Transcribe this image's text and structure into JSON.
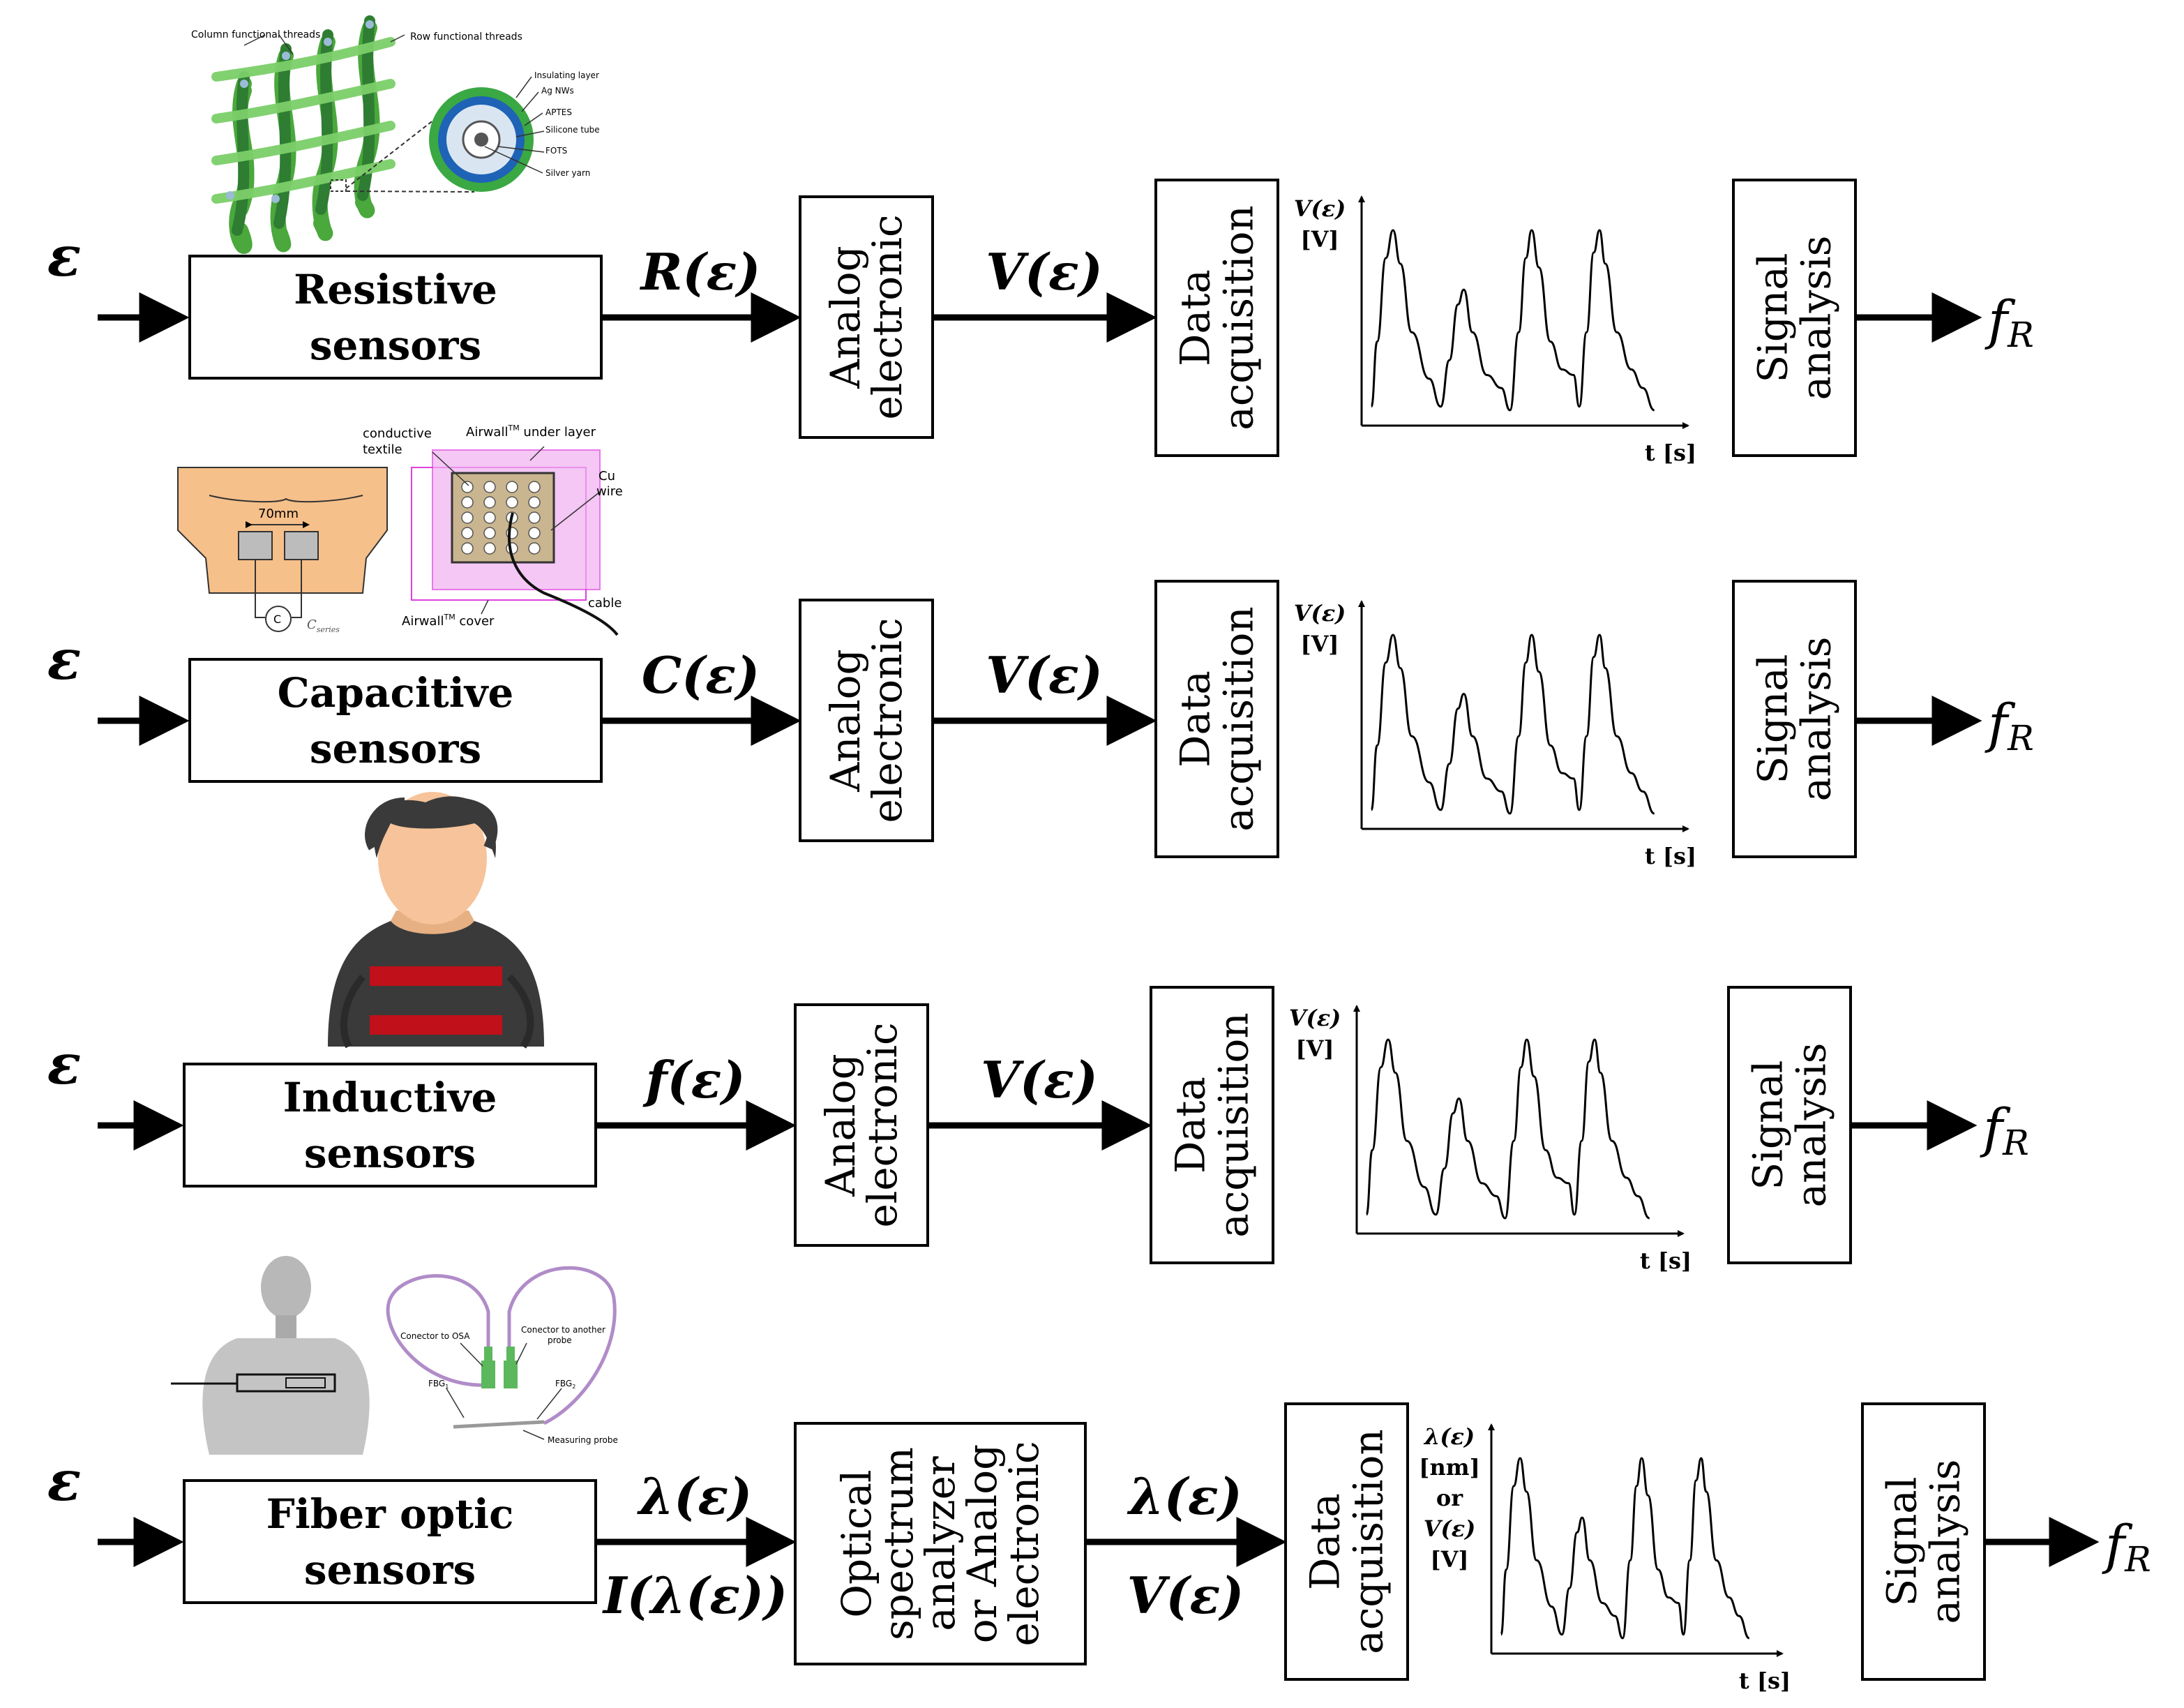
{
  "input_symbol": "ε",
  "output_symbol": "f",
  "output_subscript": "R",
  "axis_time_label": "t [s]",
  "rows": [
    {
      "id": "resistive",
      "sensor_label": [
        "Resistive",
        "sensors"
      ],
      "quantity": [
        "R(ε)"
      ],
      "conditioner_label": [
        "Analog",
        "electronic"
      ],
      "out_quantity": [
        "V(ε)"
      ],
      "daq_label": [
        "Data",
        "acquisition"
      ],
      "y_label": [
        "V(ε)",
        "[V]"
      ],
      "analysis_label": [
        "Signal",
        "analysis"
      ],
      "illustration_labels": [
        "Column functional threads",
        "Row functional threads",
        "Insulating layer",
        "Ag NWs",
        "APTES",
        "Silicone tube",
        "FOTS",
        "Silver yarn"
      ]
    },
    {
      "id": "capacitive",
      "sensor_label": [
        "Capacitive",
        "sensors"
      ],
      "quantity": [
        "C(ε)"
      ],
      "conditioner_label": [
        "Analog",
        "electronic"
      ],
      "out_quantity": [
        "V(ε)"
      ],
      "daq_label": [
        "Data",
        "acquisition"
      ],
      "y_label": [
        "V(ε)",
        "[V]"
      ],
      "analysis_label": [
        "Signal",
        "analysis"
      ],
      "illustration_labels": [
        "70mm",
        "C",
        "C",
        "series",
        "conductive",
        "textile",
        "Airwall",
        "TM",
        " under layer",
        "Cu",
        "wire",
        "cable",
        " cover"
      ]
    },
    {
      "id": "inductive",
      "sensor_label": [
        "Inductive",
        "sensors"
      ],
      "quantity": [
        "f(ε)"
      ],
      "conditioner_label": [
        "Analog",
        "electronic"
      ],
      "out_quantity": [
        "V(ε)"
      ],
      "daq_label": [
        "Data",
        "acquisition"
      ],
      "y_label": [
        "V(ε)",
        "[V]"
      ],
      "analysis_label": [
        "Signal",
        "analysis"
      ],
      "illustration_labels": []
    },
    {
      "id": "fiber",
      "sensor_label": [
        "Fiber optic",
        "sensors"
      ],
      "quantity": [
        "λ(ε)",
        "I(λ(ε))"
      ],
      "conditioner_label": [
        "Optical",
        "spectrum",
        "analyzer",
        "or Analog",
        "electronic"
      ],
      "out_quantity": [
        "λ(ε)",
        "V(ε)"
      ],
      "daq_label": [
        "Data",
        "acquisition"
      ],
      "y_label": [
        "λ(ε)",
        "[nm]",
        "or",
        "V(ε)",
        "[V]"
      ],
      "analysis_label": [
        "Signal",
        "analysis"
      ],
      "illustration_labels": [
        "Conector to OSA",
        "Conector to another",
        "probe",
        "FBG",
        "1",
        "FBG",
        "2",
        "Measuring probe"
      ]
    }
  ],
  "colors": {
    "line": "#000000",
    "thread_green": "#4aa83c",
    "thread_dark": "#2e7d32",
    "skin": "#f6c08a",
    "airwall_pink": "#e040e0",
    "shirt": "#3a3a3a",
    "band": "#c0101a",
    "fiber_purple": "#b08cc8",
    "connector_green": "#5cb85c",
    "ring_blue": "#1e63b6",
    "ring_green": "#3aa843"
  }
}
